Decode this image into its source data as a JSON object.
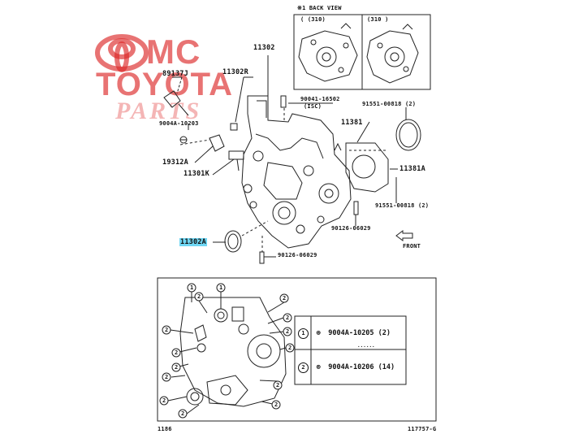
{
  "watermark": {
    "line1": "MC",
    "line2": "TOYOTA",
    "line3": "PARTS"
  },
  "back_view": {
    "title": "※1 BACK VIEW",
    "left_label": "( (310)",
    "right_label": "(310 )"
  },
  "labels": {
    "l_11302": "11302",
    "l_11302R": "11302R",
    "l_89137J": "89137J",
    "l_9004A_10203": "9004A-10203",
    "l_19312A": "19312A",
    "l_11301K": "11301K",
    "l_90041_16502": "90041-16502",
    "l_isc": "(ISC)",
    "l_91551_a": "91551-00818 (2)",
    "l_11381": "11381",
    "l_11381A": "11381A",
    "l_91551_b": "91551-00818 (2)",
    "l_90126_a": "90126-06029",
    "l_front": "FRONT",
    "l_11302A": "11302A",
    "l_90126_b": "90126-06029"
  },
  "legend": {
    "rows": [
      {
        "num": "1",
        "part": "9004A-10205 (2)"
      },
      {
        "num": "2",
        "part": "9004A-10206 (14)"
      }
    ],
    "dots": "......"
  },
  "callouts": {
    "one": "1",
    "two": "2"
  },
  "footer": {
    "left": "1186",
    "right": "117757-G"
  }
}
